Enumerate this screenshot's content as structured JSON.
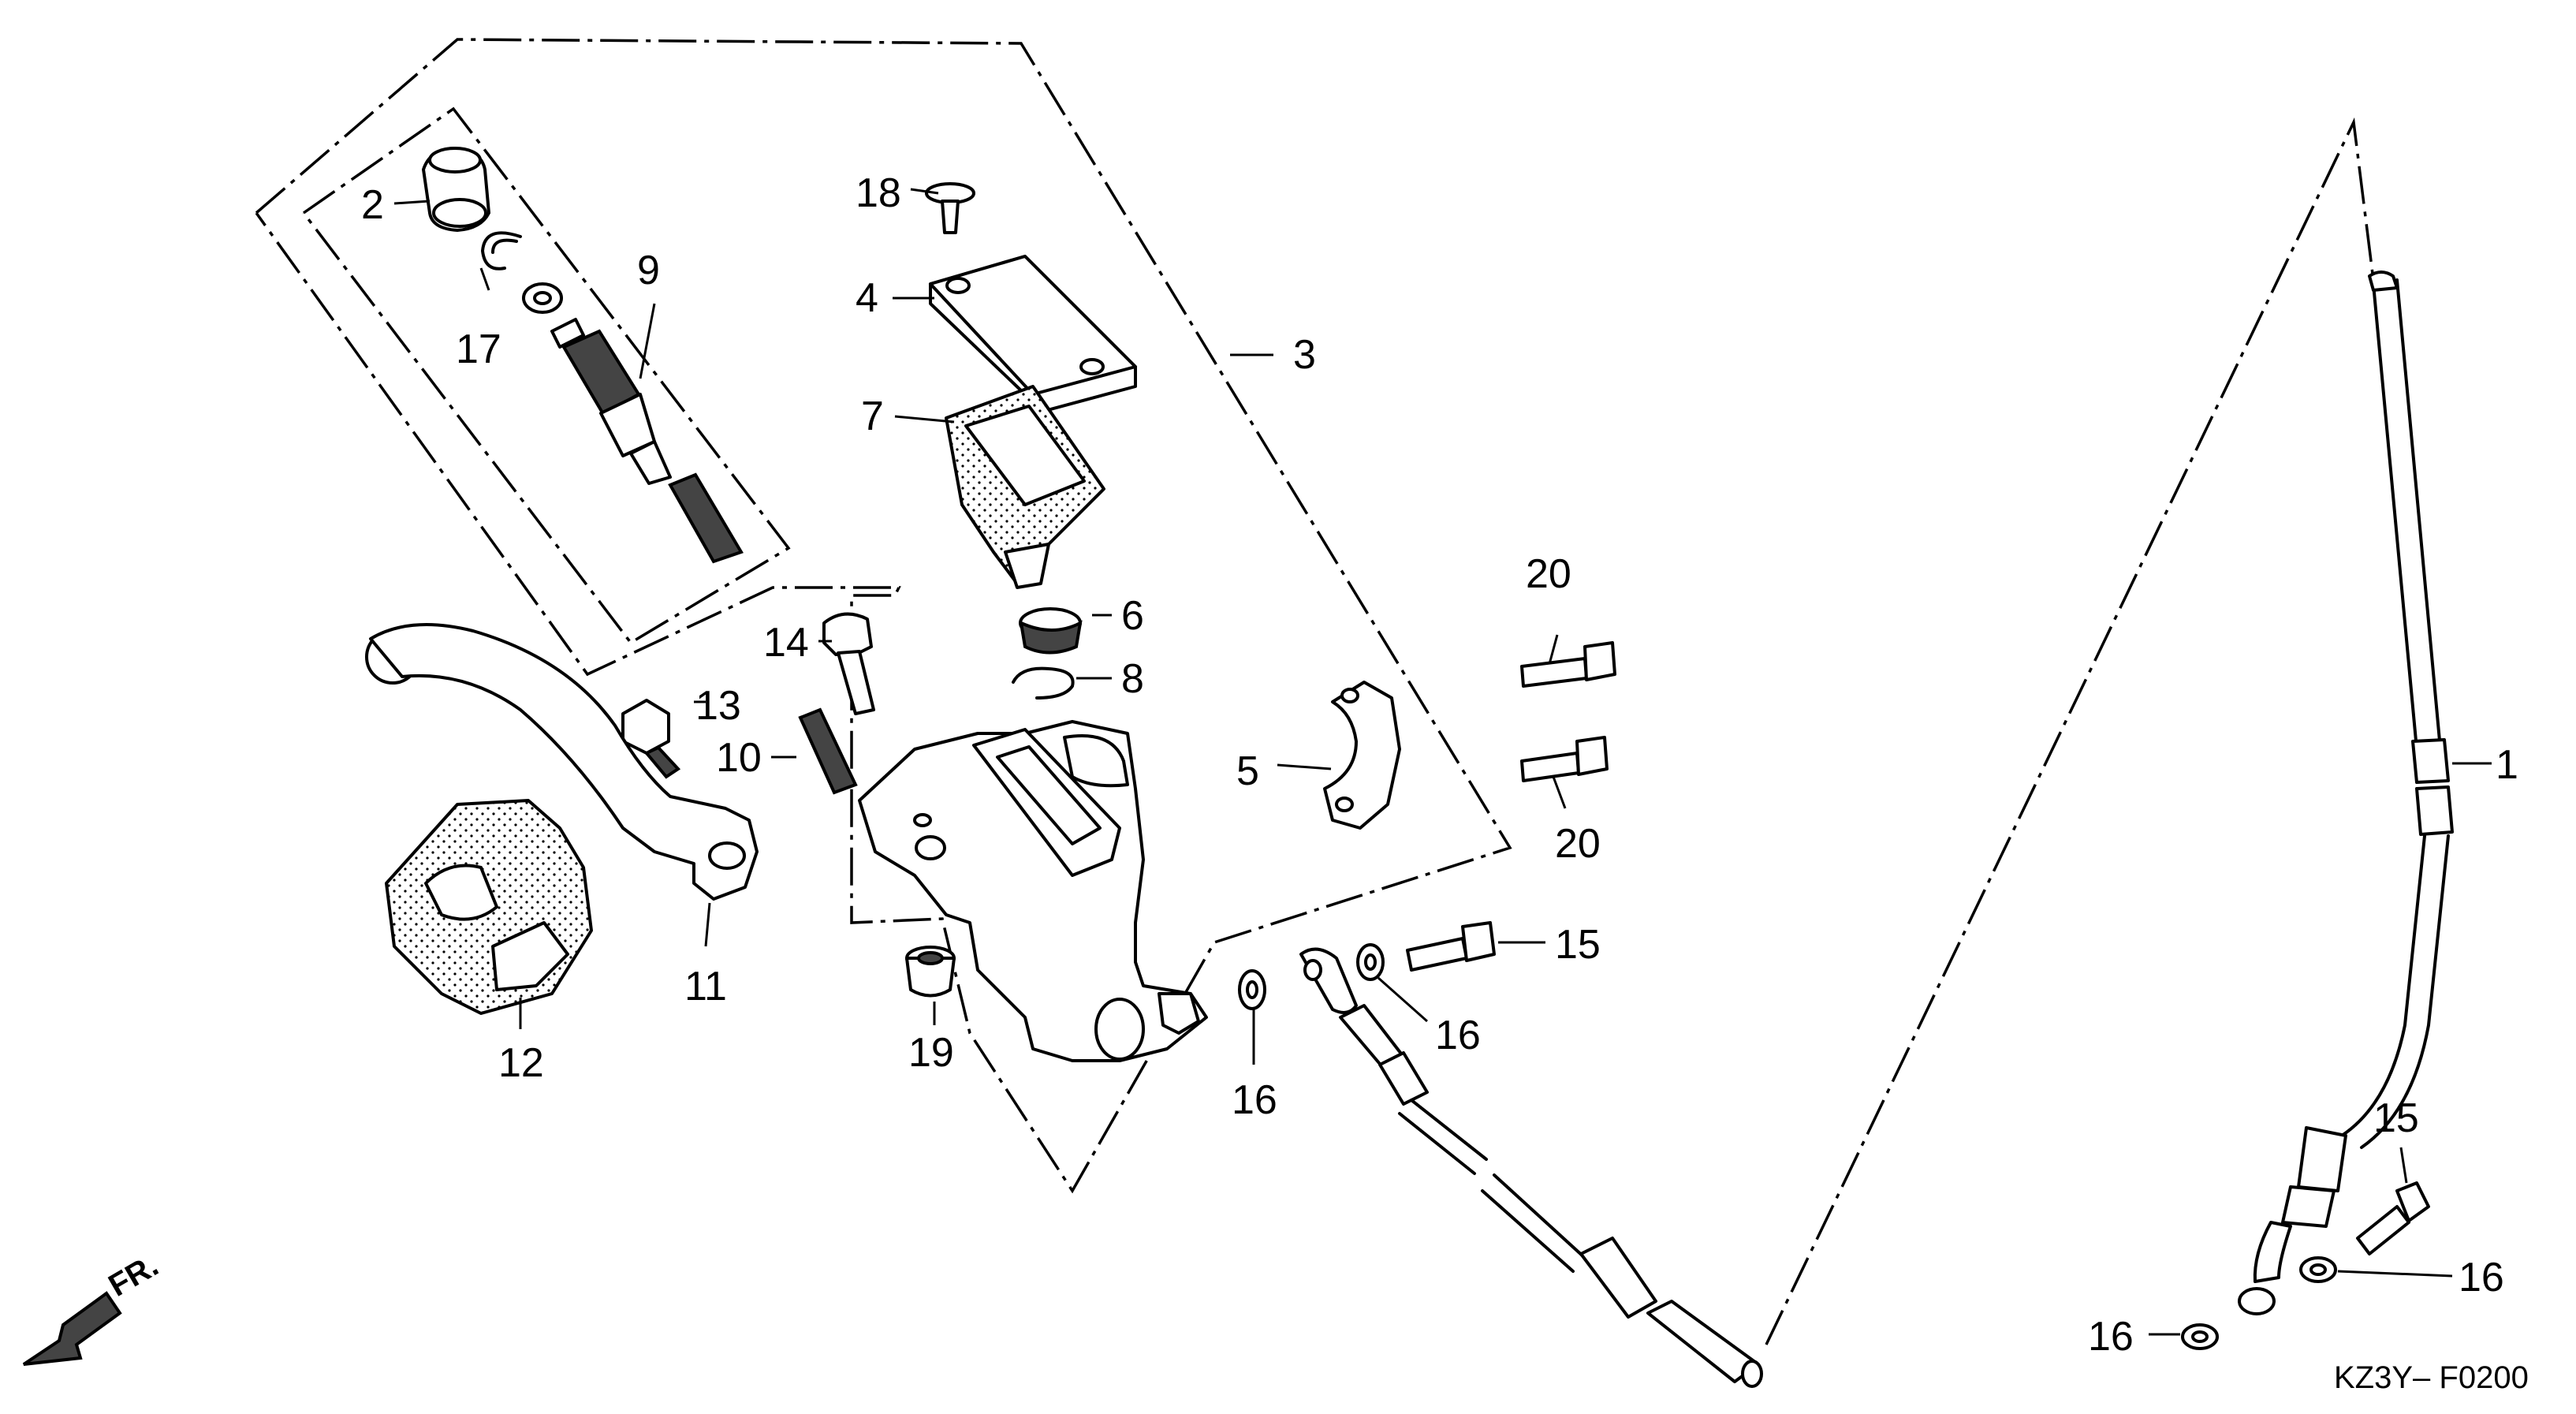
{
  "diagram": {
    "code": "KZ3Y– F0200",
    "direction_label": "FR.",
    "callouts": {
      "c1": "1",
      "c2": "2",
      "c3": "3",
      "c4": "4",
      "c5": "5",
      "c6": "6",
      "c7": "7",
      "c8": "8",
      "c9": "9",
      "c10": "10",
      "c11": "11",
      "c12": "12",
      "c13": "13",
      "c14": "14",
      "c15a": "15",
      "c15b": "15",
      "c16a": "16",
      "c16b": "16",
      "c16c": "16",
      "c16d": "16",
      "c17": "17",
      "c18": "18",
      "c19": "19",
      "c20a": "20",
      "c20b": "20"
    }
  }
}
